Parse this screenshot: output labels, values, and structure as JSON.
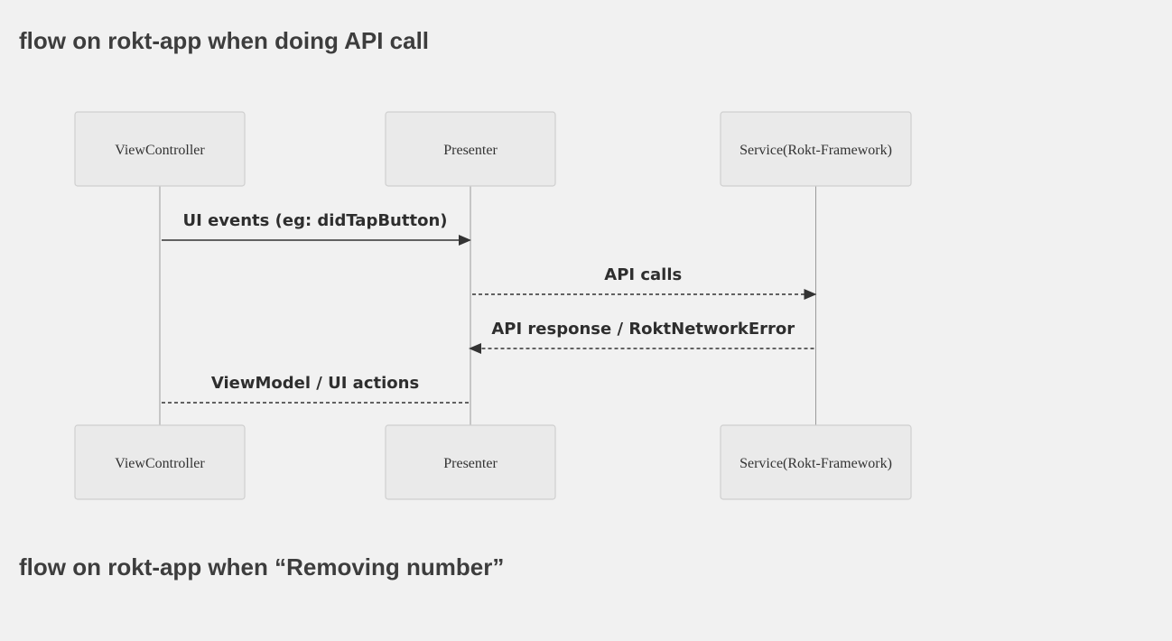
{
  "headings": {
    "api_call": "flow on rokt-app when doing API call",
    "removing_number": "flow on rokt-app when “Removing number”"
  },
  "participants": [
    {
      "id": "vc",
      "label": "ViewController"
    },
    {
      "id": "presenter",
      "label": "Presenter"
    },
    {
      "id": "service",
      "label": "Service(Rokt-Framework)"
    }
  ],
  "messages": [
    {
      "from": "vc",
      "to": "presenter",
      "label": "UI events (eg: didTapButton)",
      "style": "solid",
      "arrow": true
    },
    {
      "from": "presenter",
      "to": "service",
      "label": "API calls",
      "style": "dashed",
      "arrow": true
    },
    {
      "from": "service",
      "to": "presenter",
      "label": "API response / RoktNetworkError",
      "style": "dashed",
      "arrow": true
    },
    {
      "from": "presenter",
      "to": "vc",
      "label": "ViewModel / UI actions",
      "style": "dashed",
      "arrow": false
    }
  ]
}
